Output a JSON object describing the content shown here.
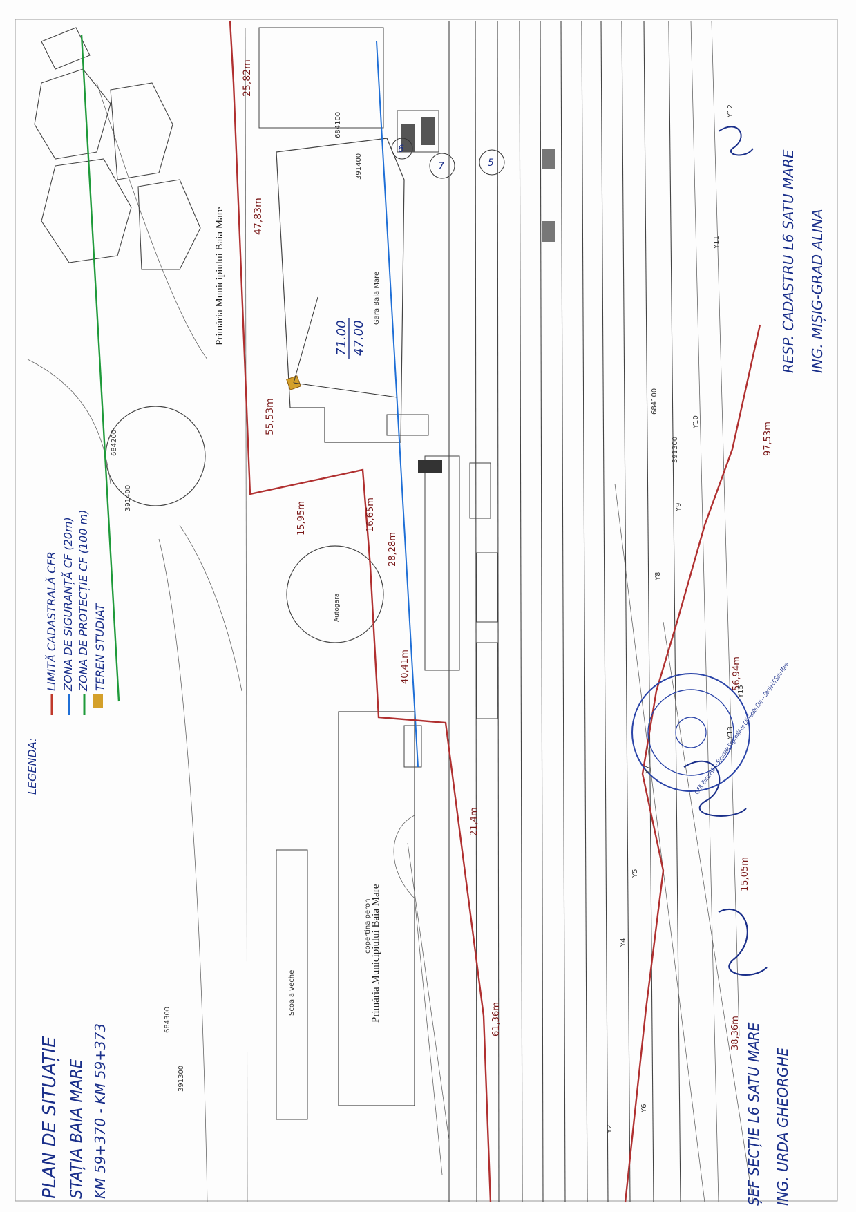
{
  "title_block": {
    "line1": "PLAN DE SITUAȚIE",
    "line2": "STAȚIA BAIA MARE",
    "line3": "KM 59+370 - KM 59+373"
  },
  "legend": {
    "heading": "LEGENDA:",
    "items": [
      {
        "label": "LIMITĂ CADASTRALĂ CFR",
        "color": "#c0392b"
      },
      {
        "label": "ZONA DE SIGURANȚĂ CF (20m)",
        "color": "#1f6fd6"
      },
      {
        "label": "ZONA DE PROTECȚIE CF (100 m)",
        "color": "#1f9a3a"
      },
      {
        "label": "TEREN STUDIAT",
        "color": "#d4a02a"
      }
    ]
  },
  "labels": {
    "primaria_top": "Primăria Municipiului Baia Mare",
    "primaria_bottom": "Primăria Municipiului Baia Mare",
    "gara": "Gara Baia Mare",
    "autogara": "Autogara",
    "copertina": "copertina peron",
    "scoala": "Scoala veche",
    "area_num": "71.00",
    "area_den": "47.00",
    "lot_6": "6",
    "lot_7": "7",
    "lot_5": "5"
  },
  "dimensions": {
    "d1": "25,82m",
    "d2": "47,83m",
    "d3": "55,53m",
    "d4": "15,95m",
    "d5": "16,65m",
    "d6": "28,28m",
    "d7": "40,41m",
    "d8": "21,4m",
    "d9": "61,36m",
    "d10": "97,53m",
    "d11": "56,94m",
    "d12": "15,05m",
    "d13": "38,36m"
  },
  "grid_coords": {
    "c1": "684100",
    "c2": "391400",
    "c3": "684200",
    "c4": "391400",
    "c5": "684100",
    "c6": "391300",
    "c7": "684300",
    "c8": "391300"
  },
  "signals": [
    "Y12",
    "Y11",
    "Y10",
    "Y9",
    "Y8",
    "Y7",
    "Y5",
    "Y4",
    "Y6",
    "Y2",
    "Y13",
    "Y15"
  ],
  "signatures": {
    "left_line1": "ȘEF SECȚIE L6 SATU MARE",
    "left_line2": "ING. URDA GHEORGHE",
    "right_line1": "RESP. CADASTRU L6 SATU MARE",
    "right_line2": "ING. MIȘIG-GRAD ALINA"
  },
  "stamp": {
    "text": "C.F.R. București — Sucursala Regională de Căi Ferate Cluj — Secția L6 Satu Mare"
  }
}
